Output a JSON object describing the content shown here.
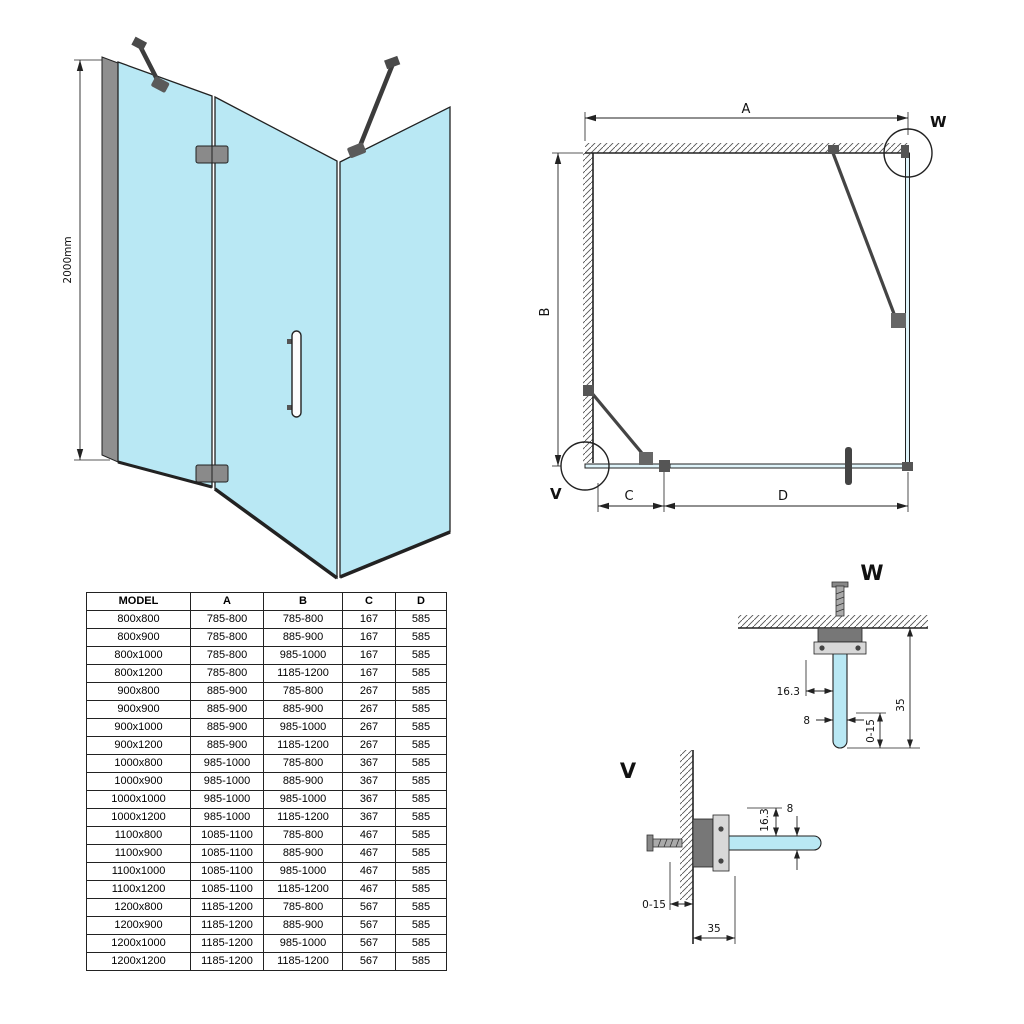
{
  "colors": {
    "glass": "#b9e8f4",
    "glass_light": "#dff4fa",
    "line": "#222222"
  },
  "perspective": {
    "height_dim": "2000mm"
  },
  "plan": {
    "dim_a": "A",
    "dim_b": "B",
    "dim_c": "C",
    "dim_d": "D",
    "detail_w": "W",
    "detail_v": "V"
  },
  "details": {
    "w": {
      "title": "W",
      "dim_depth": "16.3",
      "dim_glass": "8",
      "dim_adjust": "0-15",
      "dim_height": "35"
    },
    "v": {
      "title": "V",
      "dim_depth": "16.3",
      "dim_glass": "8",
      "dim_adjust": "0-15",
      "dim_height": "35"
    }
  },
  "table": {
    "headers": [
      "MODEL",
      "A",
      "B",
      "C",
      "D"
    ],
    "rows": [
      [
        "800x800",
        "785-800",
        "785-800",
        "167",
        "585"
      ],
      [
        "800x900",
        "785-800",
        "885-900",
        "167",
        "585"
      ],
      [
        "800x1000",
        "785-800",
        "985-1000",
        "167",
        "585"
      ],
      [
        "800x1200",
        "785-800",
        "1185-1200",
        "167",
        "585"
      ],
      [
        "900x800",
        "885-900",
        "785-800",
        "267",
        "585"
      ],
      [
        "900x900",
        "885-900",
        "885-900",
        "267",
        "585"
      ],
      [
        "900x1000",
        "885-900",
        "985-1000",
        "267",
        "585"
      ],
      [
        "900x1200",
        "885-900",
        "1185-1200",
        "267",
        "585"
      ],
      [
        "1000x800",
        "985-1000",
        "785-800",
        "367",
        "585"
      ],
      [
        "1000x900",
        "985-1000",
        "885-900",
        "367",
        "585"
      ],
      [
        "1000x1000",
        "985-1000",
        "985-1000",
        "367",
        "585"
      ],
      [
        "1000x1200",
        "985-1000",
        "1185-1200",
        "367",
        "585"
      ],
      [
        "1100x800",
        "1085-1100",
        "785-800",
        "467",
        "585"
      ],
      [
        "1100x900",
        "1085-1100",
        "885-900",
        "467",
        "585"
      ],
      [
        "1100x1000",
        "1085-1100",
        "985-1000",
        "467",
        "585"
      ],
      [
        "1100x1200",
        "1085-1100",
        "1185-1200",
        "467",
        "585"
      ],
      [
        "1200x800",
        "1185-1200",
        "785-800",
        "567",
        "585"
      ],
      [
        "1200x900",
        "1185-1200",
        "885-900",
        "567",
        "585"
      ],
      [
        "1200x1000",
        "1185-1200",
        "985-1000",
        "567",
        "585"
      ],
      [
        "1200x1200",
        "1185-1200",
        "1185-1200",
        "567",
        "585"
      ]
    ]
  }
}
